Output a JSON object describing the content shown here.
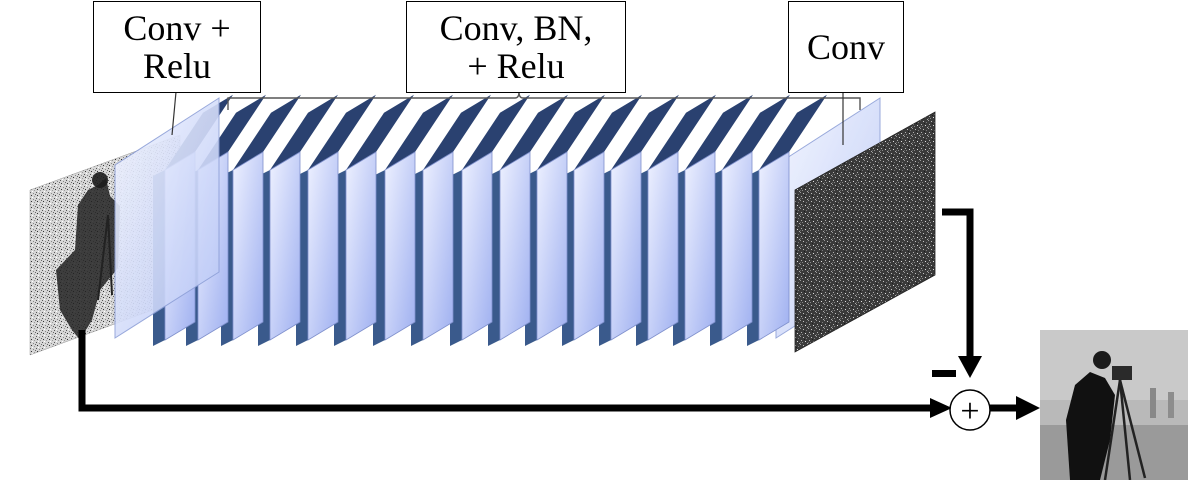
{
  "labels": {
    "first": {
      "line1": "Conv +",
      "line2": "Relu"
    },
    "middle": {
      "line1": "Conv, BN,",
      "line2": "+ Relu"
    },
    "last": {
      "line1": "Conv"
    }
  },
  "operators": {
    "minus": "−",
    "plus": "+"
  },
  "colors": {
    "layer_face_light": "#e2e8ff",
    "layer_face_dark": "#a3b2f2",
    "layer_side": "#3a5a8c",
    "layer_top": "#2a4170",
    "line": "#000000"
  },
  "icons": {
    "noisy_input": "noisy-cameraman-image",
    "residual": "noise-residual-image",
    "clean_output": "clean-cameraman-image"
  }
}
